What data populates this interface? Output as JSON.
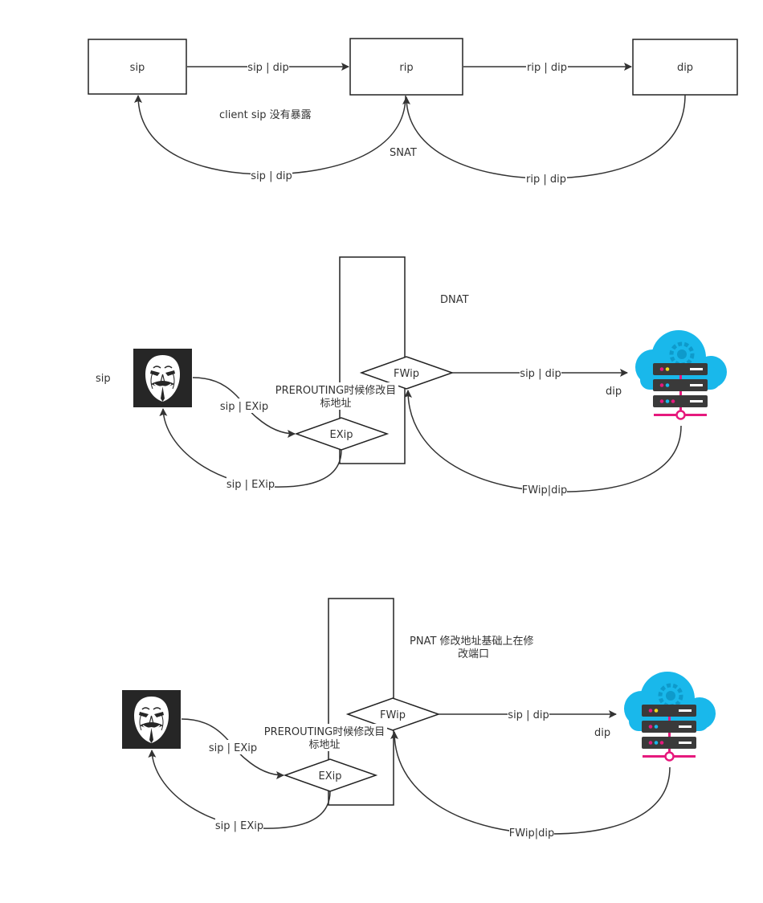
{
  "snat": {
    "node_sip": "sip",
    "node_rip": "rip",
    "node_dip": "dip",
    "edge_sip_rip": "sip | dip",
    "edge_rip_dip": "rip | dip",
    "note_client": "client  sip 没有暴露",
    "edge_return_left": "sip | dip",
    "title": "SNAT",
    "edge_return_right": "rip | dip"
  },
  "dnat": {
    "title": "DNAT",
    "client_label": "sip",
    "fw_node": "FWip",
    "ex_node": "EXip",
    "prerouting_line1": "PREROUTING时候修改目",
    "prerouting_line2": "标地址",
    "edge_client_ex": "sip | EXip",
    "edge_ex_client": "sip | EXip",
    "edge_fw_server": "sip | dip",
    "edge_server_fw": "FWip|dip",
    "server_label": "dip"
  },
  "pnat": {
    "title_line1": "PNAT  修改地址基础上在修",
    "title_line2": "改端口",
    "fw_node": "FWip",
    "ex_node": "EXip",
    "prerouting_line1": "PREROUTING时候修改目",
    "prerouting_line2": "标地址",
    "edge_client_ex": "sip | EXip",
    "edge_ex_client": "sip | EXip",
    "edge_fw_server": "sip | dip",
    "edge_server_fw": "FWip|dip",
    "server_label": "dip"
  },
  "icons": {
    "client": "anonymous-mask-icon",
    "server": "cloud-server-icon"
  },
  "colors": {
    "cloud": "#19b8eb",
    "rack": "#3a3a3a",
    "magenta": "#e6197d",
    "mask_bg": "#262626"
  }
}
